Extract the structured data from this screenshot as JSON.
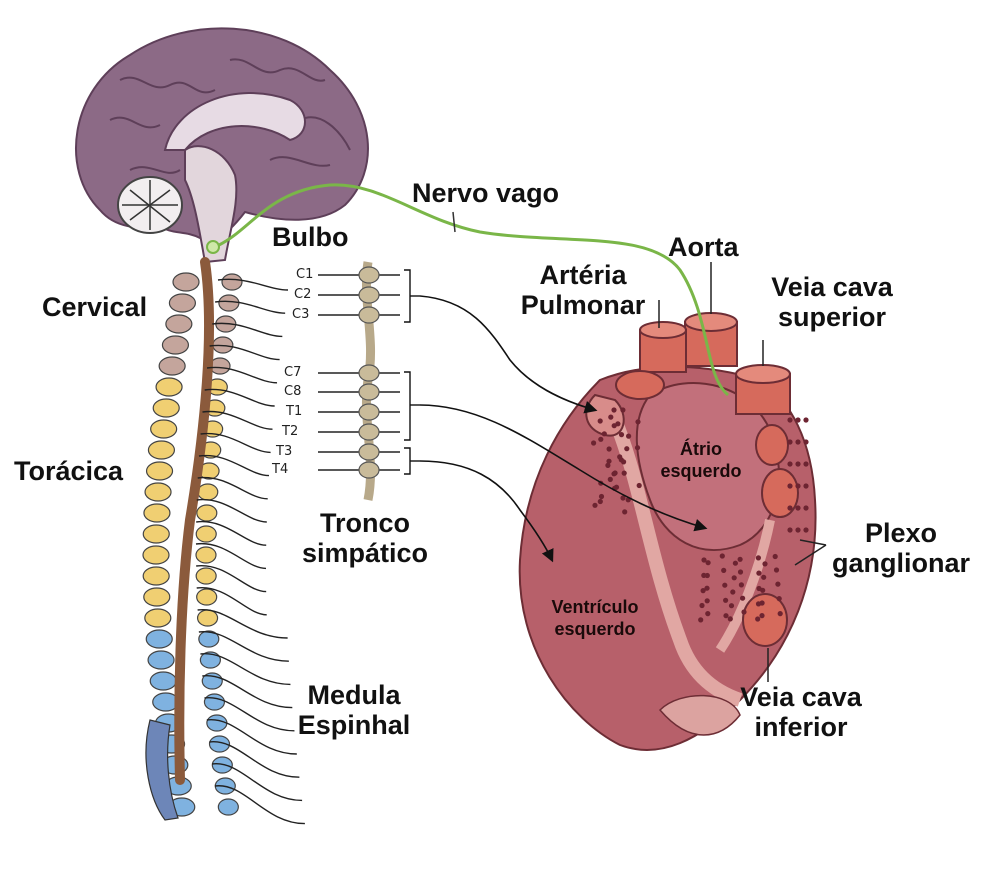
{
  "labels": {
    "cervical": "Cervical",
    "toracica": "Torácica",
    "bulbo": "Bulbo",
    "nervo_vago": "Nervo vago",
    "aorta": "Aorta",
    "arteria_pulmonar": [
      "Artéria",
      "Pulmonar"
    ],
    "veia_cava_superior": [
      "Veia cava",
      "superior"
    ],
    "atrio_esquerdo": [
      "Átrio",
      "esquerdo"
    ],
    "plexo_ganglionar": [
      "Plexo",
      "ganglionar"
    ],
    "tronco_simpatico": [
      "Tronco",
      "simpático"
    ],
    "ventriculo_esquerdo": [
      "Ventrículo",
      "esquerdo"
    ],
    "medula_espinhal": [
      "Medula",
      "Espinhal"
    ],
    "veia_cava_inferior": [
      "Veia cava",
      "inferior"
    ]
  },
  "segments": [
    "C1",
    "C2",
    "C3",
    "C7",
    "C8",
    "T1",
    "T2",
    "T3",
    "T4"
  ],
  "colors": {
    "brain": "#8c6a86",
    "brain_dark": "#6b4b66",
    "vertebra_cervical": "#c4a59c",
    "vertebra_thoracic": "#f0cf72",
    "vertebra_lumbar": "#7fb2e0",
    "heart": "#b7606a",
    "heart_dark": "#8b3f49",
    "vessel": "#d66a5c",
    "vagus": "#7ab648"
  }
}
